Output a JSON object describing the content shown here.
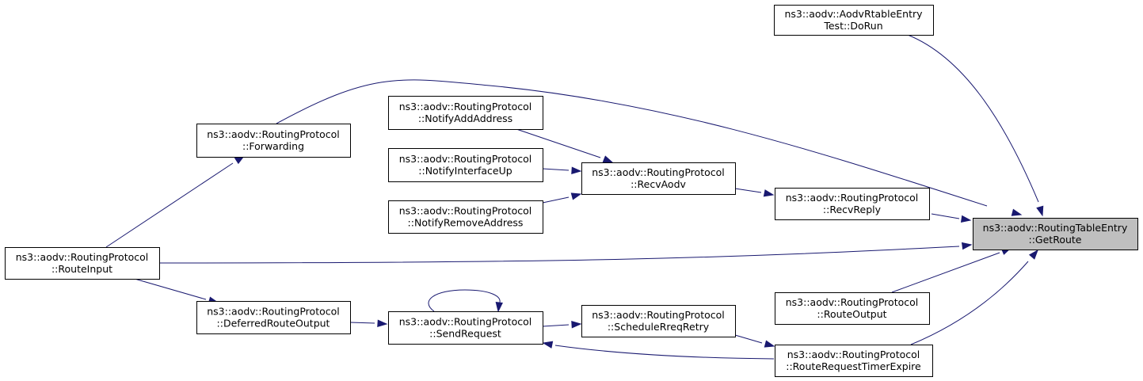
{
  "graph": {
    "edge_color": "#191970",
    "focus_fill": "#bfbfbf",
    "nodes": {
      "getroute": {
        "line1": "ns3::aodv::RoutingTableEntry",
        "line2": "::GetRoute",
        "focus": true
      },
      "dorun": {
        "line1": "ns3::aodv::AodvRtableEntry",
        "line2": "Test::DoRun"
      },
      "forwarding": {
        "line1": "ns3::aodv::RoutingProtocol",
        "line2": "::Forwarding"
      },
      "notifyadd": {
        "line1": "ns3::aodv::RoutingProtocol",
        "line2": "::NotifyAddAddress"
      },
      "notifyup": {
        "line1": "ns3::aodv::RoutingProtocol",
        "line2": "::NotifyInterfaceUp"
      },
      "notifyremove": {
        "line1": "ns3::aodv::RoutingProtocol",
        "line2": "::NotifyRemoveAddress"
      },
      "recvaodv": {
        "line1": "ns3::aodv::RoutingProtocol",
        "line2": "::RecvAodv"
      },
      "recvreply": {
        "line1": "ns3::aodv::RoutingProtocol",
        "line2": "::RecvReply"
      },
      "routeinput": {
        "line1": "ns3::aodv::RoutingProtocol",
        "line2": "::RouteInput"
      },
      "routeoutput": {
        "line1": "ns3::aodv::RoutingProtocol",
        "line2": "::RouteOutput"
      },
      "deferred": {
        "line1": "ns3::aodv::RoutingProtocol",
        "line2": "::DeferredRouteOutput"
      },
      "sendrequest": {
        "line1": "ns3::aodv::RoutingProtocol",
        "line2": "::SendRequest"
      },
      "schedulerreq": {
        "line1": "ns3::aodv::RoutingProtocol",
        "line2": "::ScheduleRreqRetry"
      },
      "timerexpire": {
        "line1": "ns3::aodv::RoutingProtocol",
        "line2": "::RouteRequestTimerExpire"
      }
    },
    "edges": [
      {
        "from": "dorun",
        "to": "getroute"
      },
      {
        "from": "forwarding",
        "to": "getroute"
      },
      {
        "from": "recvreply",
        "to": "getroute"
      },
      {
        "from": "routeinput",
        "to": "getroute"
      },
      {
        "from": "routeoutput",
        "to": "getroute"
      },
      {
        "from": "timerexpire",
        "to": "getroute"
      },
      {
        "from": "routeinput",
        "to": "forwarding"
      },
      {
        "from": "notifyadd",
        "to": "recvaodv"
      },
      {
        "from": "notifyup",
        "to": "recvaodv"
      },
      {
        "from": "notifyremove",
        "to": "recvaodv"
      },
      {
        "from": "recvaodv",
        "to": "recvreply"
      },
      {
        "from": "routeinput",
        "to": "deferred"
      },
      {
        "from": "deferred",
        "to": "sendrequest"
      },
      {
        "from": "sendrequest",
        "to": "sendrequest"
      },
      {
        "from": "sendrequest",
        "to": "schedulerreq"
      },
      {
        "from": "schedulerreq",
        "to": "timerexpire"
      },
      {
        "from": "timerexpire",
        "to": "sendrequest"
      }
    ]
  }
}
